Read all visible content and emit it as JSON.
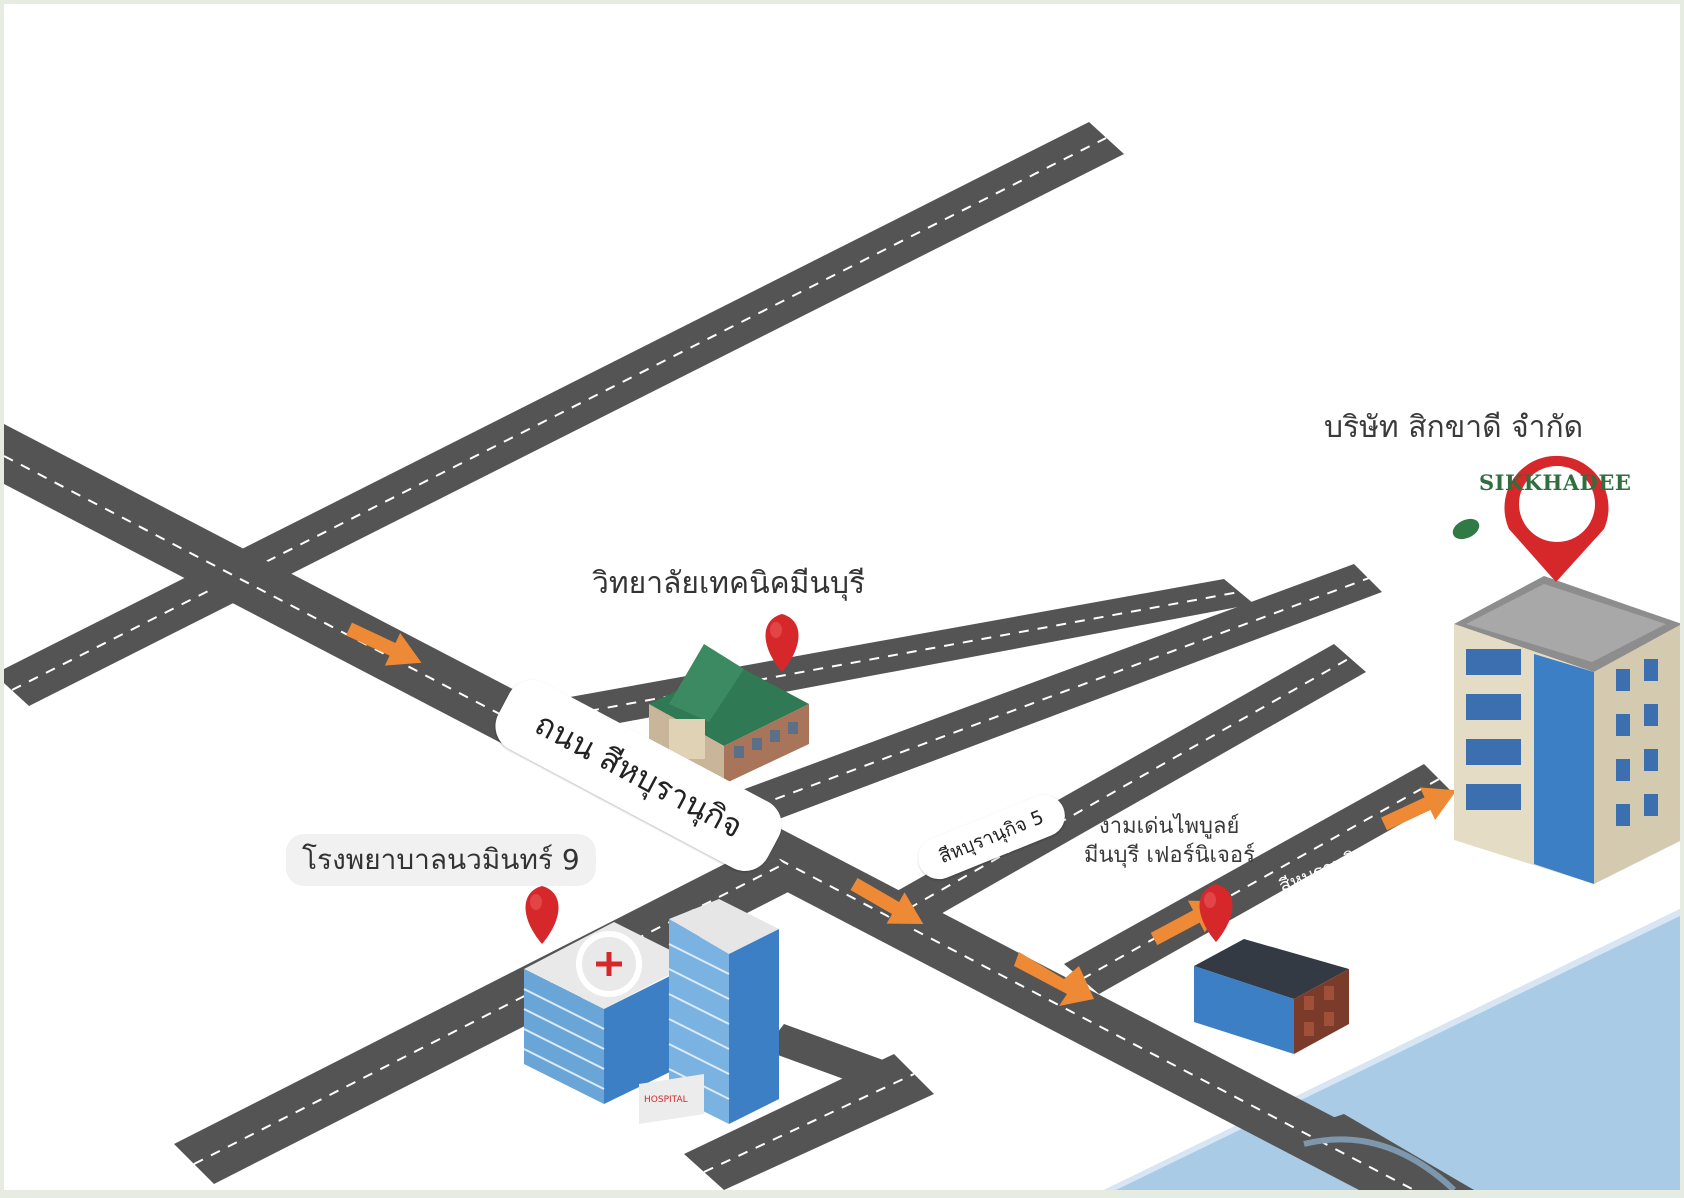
{
  "map": {
    "company": "บริษัท สิกขาดี จำกัด",
    "logo_text": "SIKKHADEE",
    "college": "วิทยาลัยเทคนิคมีนบุรี",
    "hospital": "โรงพยาบาลนวมินทร์ 9",
    "furniture_line1": "งามเด่นไพบูลย์",
    "furniture_line2": "มีนบุรี เฟอร์นิเจอร์",
    "main_road": "ถนน สีหบุรานุกิจ",
    "soi5": "สีหบุรานุกิจ 5",
    "soi7": "สีหบุรานุกิจ 7",
    "hospital_sign": "HOSPITAL"
  },
  "colors": {
    "road": "#545454",
    "road_edge": "#8a8a8a",
    "arrow": "#ee8a36",
    "pin": "#d6282b",
    "river": "#a9cbe6",
    "building_blue": "#3c7fc4",
    "roof_green": "#2f7a55"
  }
}
